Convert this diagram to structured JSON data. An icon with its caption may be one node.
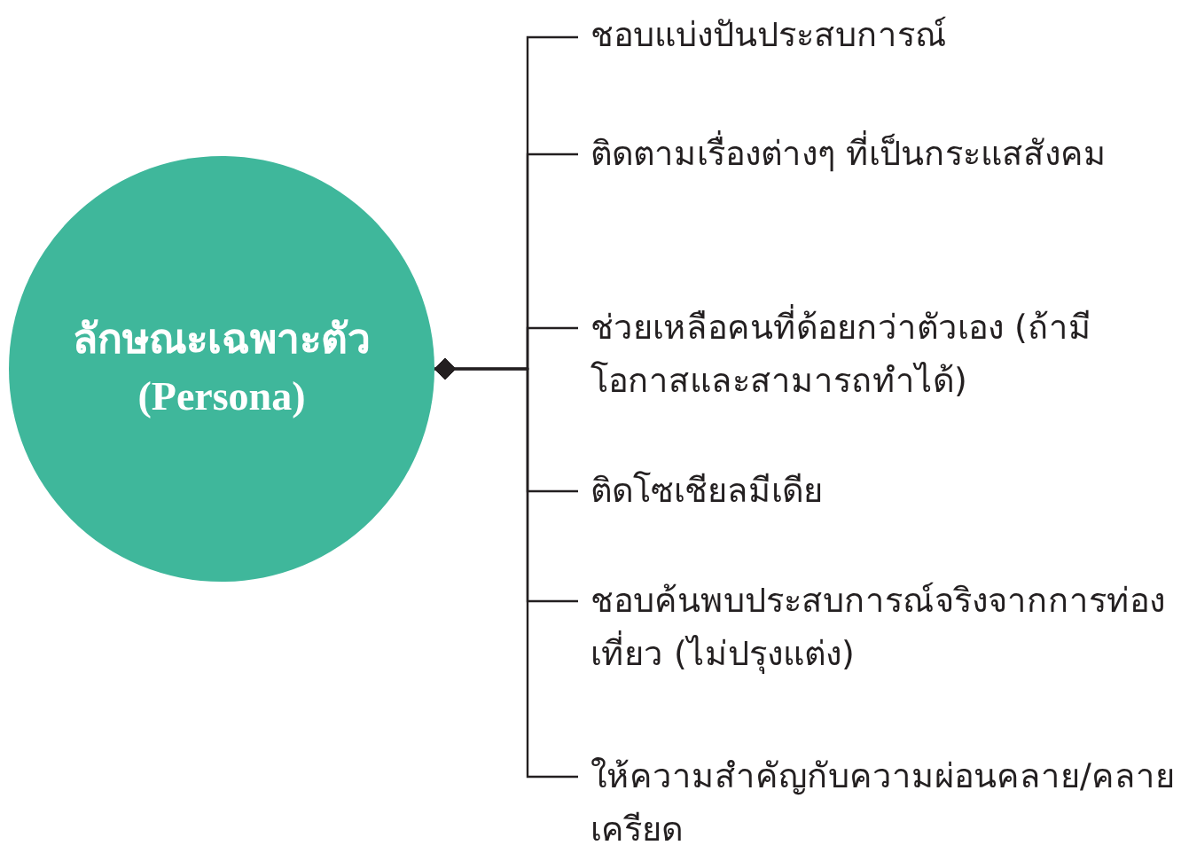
{
  "diagram": {
    "nodes": [
      {
        "text": [
          "ลักษณะเฉพาะตัว (Persona)"
        ]
      },
      {
        "text": [
          "ชอบแบ่งปันประสบการณ์"
        ]
      },
      {
        "text": [
          "ติดตามเรื่องต่างๆ ที่เป็นกระแสสังคม"
        ]
      },
      {
        "text": [
          "ช่วยเหลือคนที่ด้อยกว่าตัวเอง (ถ้ามีโอกาสและสามารถทำได้)"
        ]
      },
      {
        "text": [
          "ติดโซเชียลมีเดีย"
        ]
      },
      {
        "text": [
          "ชอบค้นพบประสบการณ์จริงจากการท่องเที่ยว (ไม่ปรุงแต่ง)"
        ]
      },
      {
        "text": [
          "ให้ความสำคัญกับความผ่อนคลาย/คลายเครียด"
        ]
      }
    ],
    "edges": [
      {
        "from": 0,
        "to": 1,
        "arrow": "other"
      },
      {
        "from": 0,
        "to": 2,
        "arrow": "other"
      },
      {
        "from": 0,
        "to": 3,
        "arrow": "other"
      },
      {
        "from": 0,
        "to": 4,
        "arrow": "other"
      },
      {
        "from": 0,
        "to": 5,
        "arrow": "other"
      },
      {
        "from": 0,
        "to": 6,
        "arrow": "other"
      }
    ]
  }
}
